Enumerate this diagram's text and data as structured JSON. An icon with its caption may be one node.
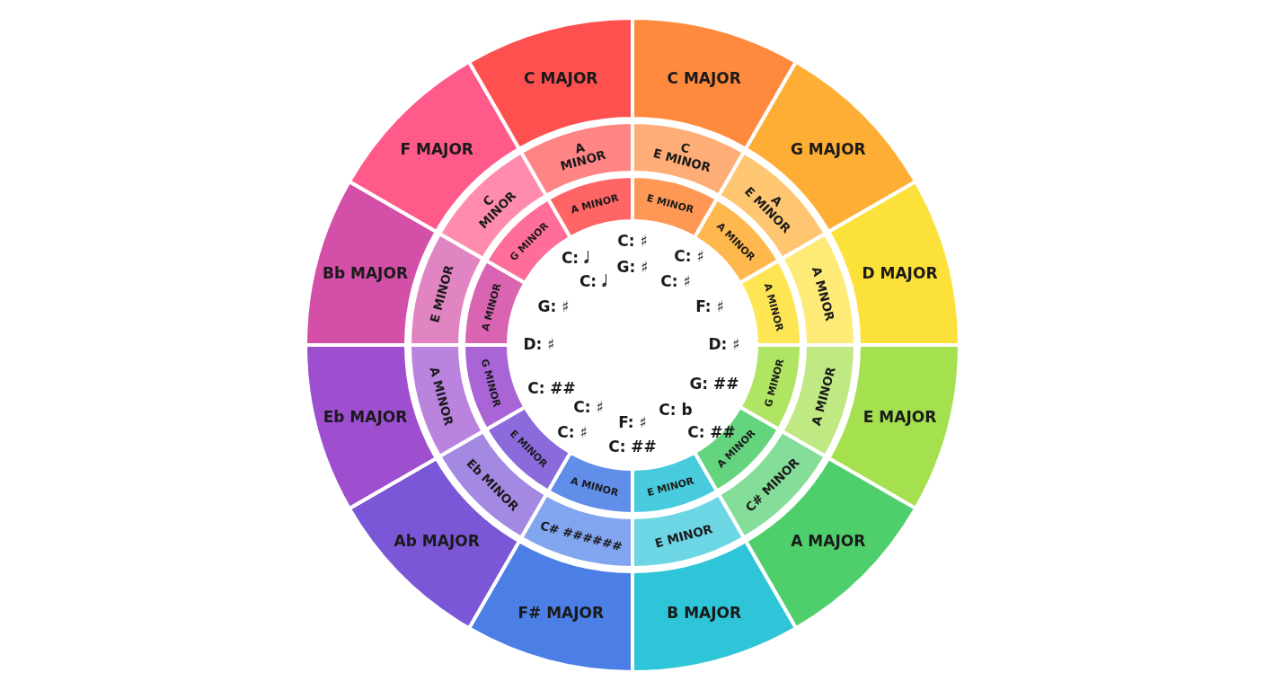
{
  "diagram": {
    "nodes": [
      {
        "text": [
          "C MAJOR"
        ]
      },
      {
        "text": [
          "G MAJOR"
        ]
      },
      {
        "text": [
          "D MAJOR"
        ]
      },
      {
        "text": [
          "E MAJOR"
        ]
      },
      {
        "text": [
          "A MAJOR"
        ]
      },
      {
        "text": [
          "B MAJOR"
        ]
      },
      {
        "text": [
          "F# MAJOR"
        ]
      },
      {
        "text": [
          "Ab MAJOR"
        ]
      },
      {
        "text": [
          "Eb MAJOR"
        ]
      },
      {
        "text": [
          "Bb MAJOR"
        ]
      },
      {
        "text": [
          "F MAJOR"
        ]
      },
      {
        "text": [
          "C MAJOR"
        ]
      },
      {
        "text": [
          "C E MINOR"
        ]
      },
      {
        "text": [
          "A E MINOR"
        ]
      },
      {
        "text": [
          "A MNOR"
        ]
      },
      {
        "text": [
          "A MINOR"
        ]
      },
      {
        "text": [
          "C# MINOR"
        ]
      },
      {
        "text": [
          "E MINOR"
        ]
      },
      {
        "text": [
          "C# ######"
        ]
      },
      {
        "text": [
          "Eb MINOR"
        ]
      },
      {
        "text": [
          "A MINOR"
        ]
      },
      {
        "text": [
          "E MINOR"
        ]
      },
      {
        "text": [
          "C MINOR"
        ]
      },
      {
        "text": [
          "A MINOR"
        ]
      },
      {
        "text": [
          "E MINOR"
        ]
      },
      {
        "text": [
          "A MINOR"
        ]
      },
      {
        "text": [
          "A MINOR"
        ]
      },
      {
        "text": [
          "G MINOR"
        ]
      },
      {
        "text": [
          "A MINOR"
        ]
      },
      {
        "text": [
          "E MINOR"
        ]
      },
      {
        "text": [
          "A MINOR"
        ]
      },
      {
        "text": [
          "E MINOR"
        ]
      },
      {
        "text": [
          "G MINOR"
        ]
      },
      {
        "text": [
          "A MINOR"
        ]
      },
      {
        "text": [
          "G MINOR"
        ]
      },
      {
        "text": [
          "A MINOR"
        ]
      }
    ],
    "labels": [
      "C: ♯",
      "C: 𝅗𝅥",
      "G: ♯",
      "C: ♯",
      "C: 𝅗𝅥",
      "C: ♯",
      "G: ♯",
      "F: ♯",
      "D: ♯",
      "D: ♯",
      "C: ##",
      "G: ##",
      "C: ♯",
      "C: b",
      "C: ♯",
      "F: ♯",
      "C: ##",
      "C: ##"
    ]
  }
}
